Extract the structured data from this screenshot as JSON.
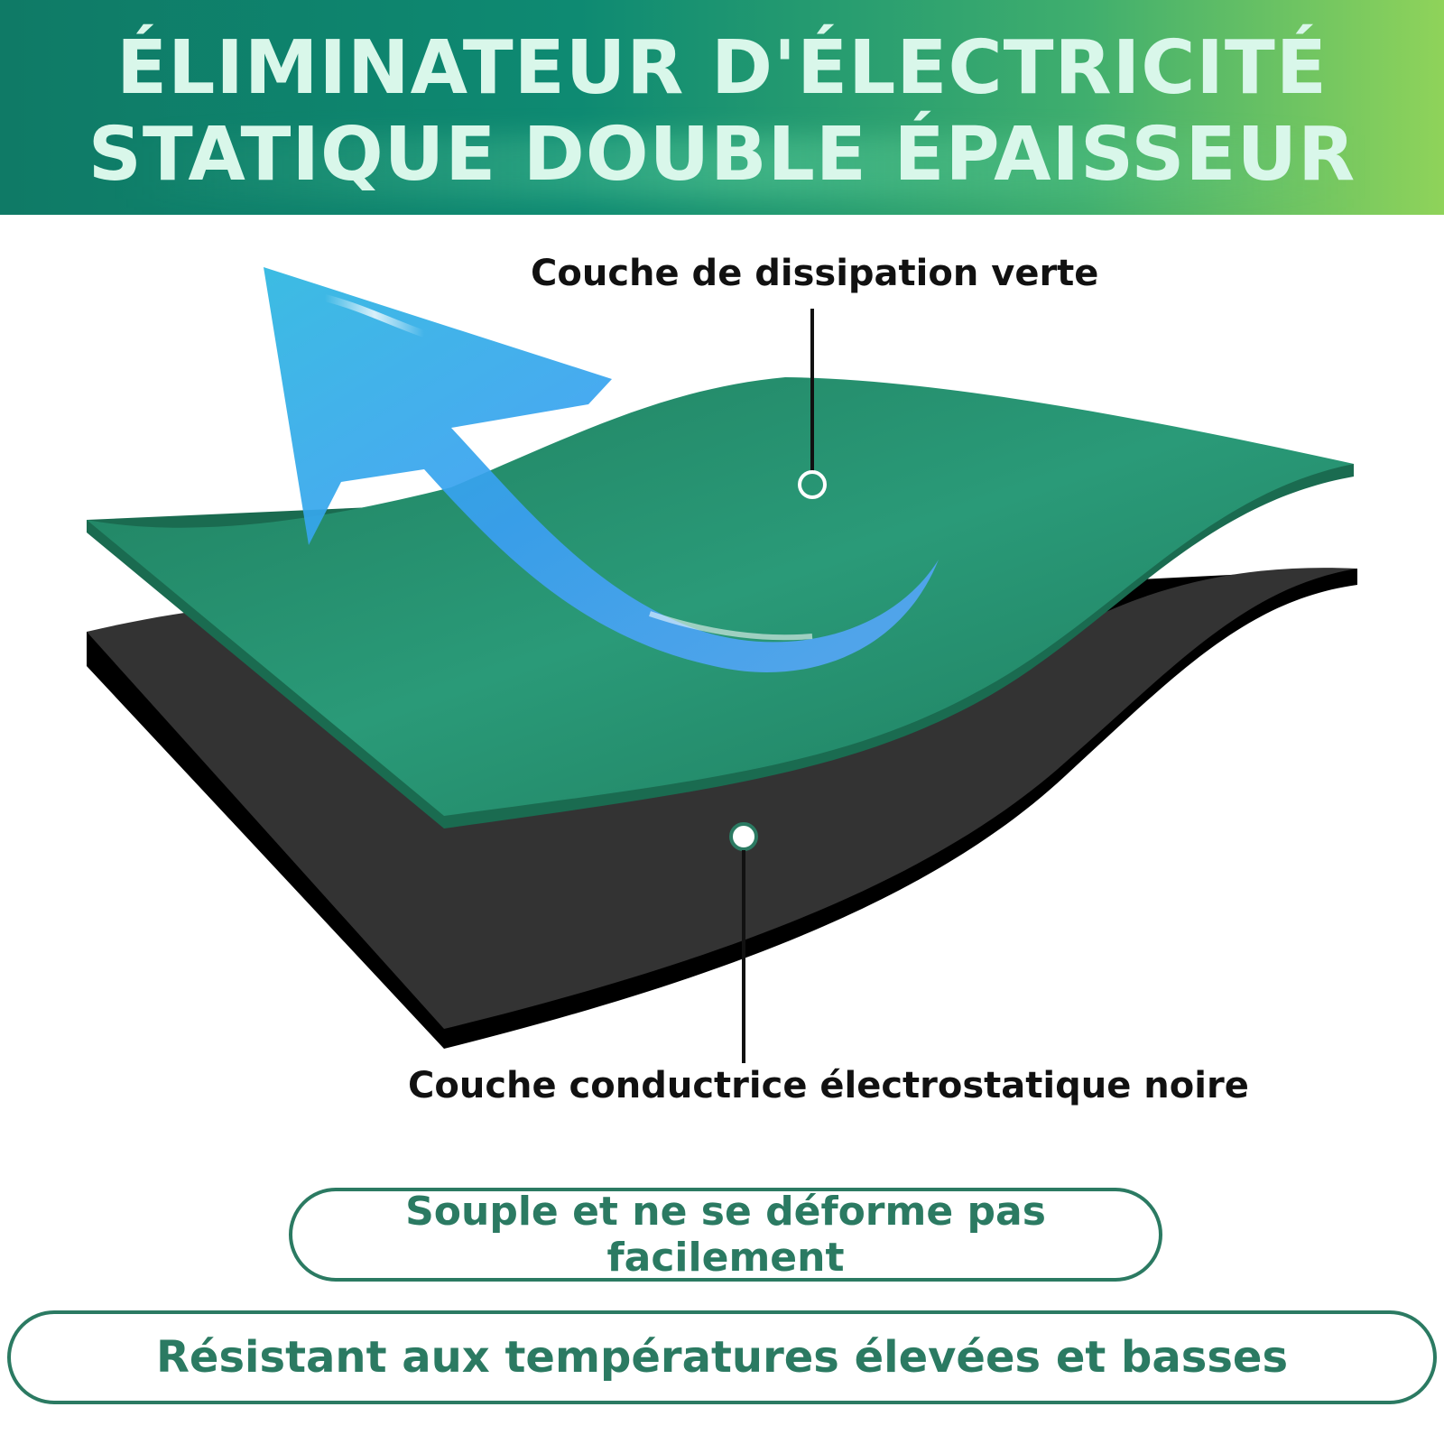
{
  "header": {
    "title_line1": "ÉLIMINATEUR D'ÉLECTRICITÉ",
    "title_line2": "STATIQUE DOUBLE ÉPAISSEUR"
  },
  "diagram": {
    "top_layer_label": "Couche de dissipation verte",
    "bottom_layer_label": "Couche conductrice électrostatique noire"
  },
  "features": [
    "Souple et ne se déforme pas facilement",
    "Résistant aux températures élevées et basses"
  ],
  "colors": {
    "accent": "#2b7a62",
    "green_layer": "#27906f",
    "black_layer": "#2e2e2e",
    "arrow": "#3aa0ee"
  }
}
